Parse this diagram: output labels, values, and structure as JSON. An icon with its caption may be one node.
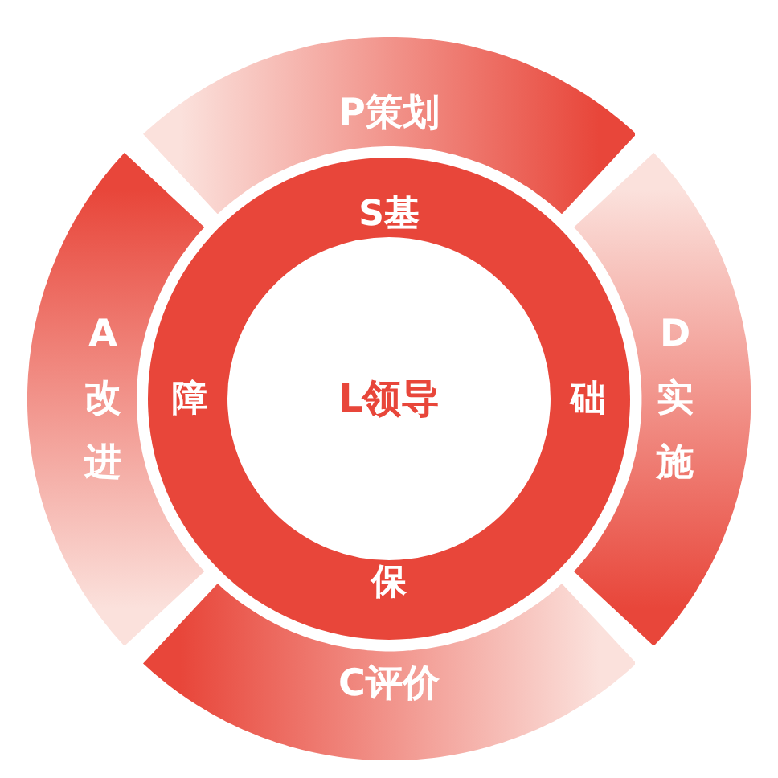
{
  "diagram": {
    "nodes": [
      {
        "text": [
          "P策划"
        ]
      },
      {
        "text": [
          "D实施"
        ]
      },
      {
        "text": [
          "C评价"
        ]
      },
      {
        "text": [
          "A改进"
        ]
      },
      {
        "text": [
          "S基",
          "础",
          "保",
          "障"
        ]
      },
      {
        "text": [
          "L领导"
        ],
        "in": 4
      }
    ]
  }
}
